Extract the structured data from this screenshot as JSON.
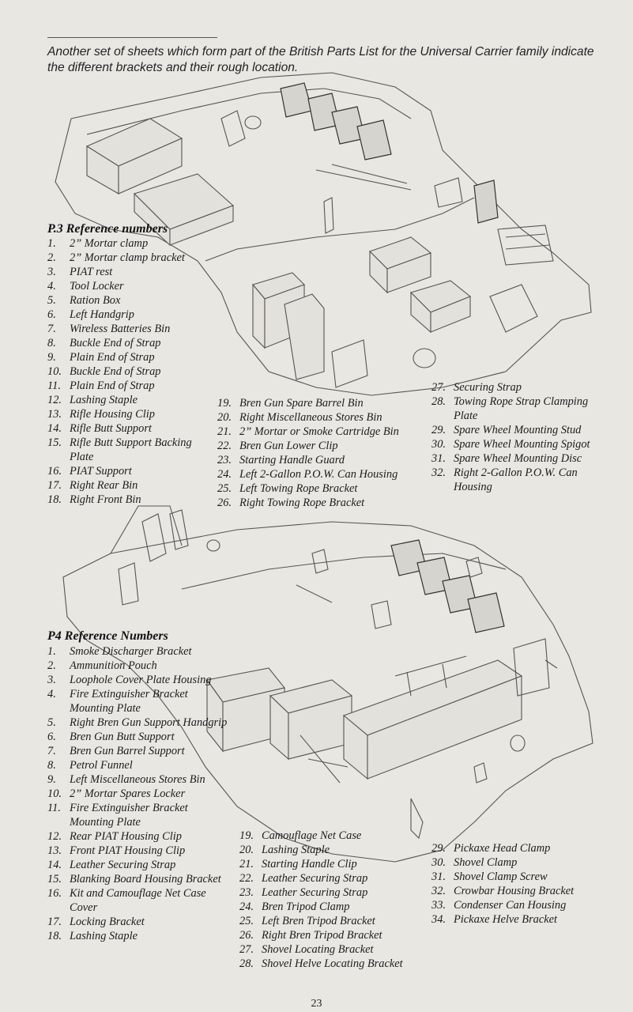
{
  "intro_text": "Another set of sheets which form part of the British Parts List for the Universal Carrier family indicate the different brackets and their rough location.",
  "p3": {
    "heading": "P.3 Reference numbers",
    "col1": [
      {
        "n": "1.",
        "t": "2” Mortar clamp"
      },
      {
        "n": "2.",
        "t": "2” Mortar clamp bracket"
      },
      {
        "n": "3.",
        "t": "PIAT rest"
      },
      {
        "n": "4.",
        "t": "Tool Locker"
      },
      {
        "n": "5.",
        "t": "Ration Box"
      },
      {
        "n": "6.",
        "t": "Left Handgrip"
      },
      {
        "n": "7.",
        "t": "Wireless Batteries Bin"
      },
      {
        "n": "8.",
        "t": "Buckle End of Strap"
      },
      {
        "n": "9.",
        "t": "Plain End of Strap"
      },
      {
        "n": "10.",
        "t": "Buckle End of Strap"
      },
      {
        "n": "11.",
        "t": "Plain End of Strap"
      },
      {
        "n": "12.",
        "t": "Lashing Staple"
      },
      {
        "n": "13.",
        "t": "Rifle Housing Clip"
      },
      {
        "n": "14.",
        "t": "Rifle Butt Support"
      },
      {
        "n": "15.",
        "t": "Rifle Butt Support Backing Plate"
      },
      {
        "n": "16.",
        "t": "PIAT Support"
      },
      {
        "n": "17.",
        "t": "Right Rear Bin"
      },
      {
        "n": "18.",
        "t": "Right Front Bin"
      }
    ],
    "col2": [
      {
        "n": "19.",
        "t": "Bren Gun Spare Barrel Bin"
      },
      {
        "n": "20.",
        "t": "Right Miscellaneous Stores Bin"
      },
      {
        "n": "21.",
        "t": "2” Mortar or Smoke Cartridge Bin"
      },
      {
        "n": "22.",
        "t": "Bren Gun Lower Clip"
      },
      {
        "n": "23.",
        "t": "Starting Handle Guard"
      },
      {
        "n": "24.",
        "t": "Left 2-Gallon P.O.W. Can Housing"
      },
      {
        "n": "25.",
        "t": "Left Towing Rope Bracket"
      },
      {
        "n": "26.",
        "t": "Right Towing Rope Bracket"
      }
    ],
    "col3": [
      {
        "n": "27.",
        "t": "Securing Strap"
      },
      {
        "n": "28.",
        "t": "Towing Rope Strap Clamping Plate"
      },
      {
        "n": "29.",
        "t": "Spare Wheel Mounting Stud"
      },
      {
        "n": "30.",
        "t": "Spare Wheel Mounting Spigot"
      },
      {
        "n": "31.",
        "t": "Spare Wheel Mounting Disc"
      },
      {
        "n": "32.",
        "t": "Right 2-Gallon P.O.W. Can Housing"
      }
    ]
  },
  "p4": {
    "heading": "P4 Reference Numbers",
    "col1": [
      {
        "n": "1.",
        "t": "Smoke Discharger Bracket"
      },
      {
        "n": "2.",
        "t": "Ammunition Pouch"
      },
      {
        "n": "3.",
        "t": "Loophole Cover Plate Housing"
      },
      {
        "n": "4.",
        "t": "Fire Extinguisher Bracket Mounting Plate"
      },
      {
        "n": "5.",
        "t": "Right Bren Gun Support Handgrip"
      },
      {
        "n": "6.",
        "t": "Bren Gun Butt Support"
      },
      {
        "n": "7.",
        "t": "Bren Gun Barrel Support"
      },
      {
        "n": "8.",
        "t": "Petrol Funnel"
      },
      {
        "n": "9.",
        "t": "Left Miscellaneous Stores Bin"
      },
      {
        "n": "10.",
        "t": "2” Mortar Spares Locker"
      },
      {
        "n": "11.",
        "t": "Fire Extinguisher Bracket Mounting Plate"
      },
      {
        "n": "12.",
        "t": "Rear PIAT Housing Clip"
      },
      {
        "n": "13.",
        "t": "Front PIAT Housing Clip"
      },
      {
        "n": "14.",
        "t": "Leather Securing Strap"
      },
      {
        "n": "15.",
        "t": "Blanking Board Housing Bracket"
      },
      {
        "n": "16.",
        "t": "Kit and Camouflage Net Case Cover"
      },
      {
        "n": "17.",
        "t": "Locking Bracket"
      },
      {
        "n": "18.",
        "t": "Lashing Staple"
      }
    ],
    "col2": [
      {
        "n": "19.",
        "t": "Camouflage Net Case"
      },
      {
        "n": "20.",
        "t": "Lashing Staple"
      },
      {
        "n": "21.",
        "t": "Starting Handle Clip"
      },
      {
        "n": "22.",
        "t": "Leather Securing Strap"
      },
      {
        "n": "23.",
        "t": "Leather Securing Strap"
      },
      {
        "n": "24.",
        "t": "Bren Tripod Clamp"
      },
      {
        "n": "25.",
        "t": "Left Bren Tripod Bracket"
      },
      {
        "n": "26.",
        "t": "Right Bren Tripod Bracket"
      },
      {
        "n": "27.",
        "t": "Shovel Locating Bracket"
      },
      {
        "n": "28.",
        "t": "Shovel Helve Locating Bracket"
      }
    ],
    "col3": [
      {
        "n": "29.",
        "t": "Pickaxe Head Clamp"
      },
      {
        "n": "30.",
        "t": "Shovel Clamp"
      },
      {
        "n": "31.",
        "t": "Shovel Clamp Screw"
      },
      {
        "n": "32.",
        "t": "Crowbar Housing Bracket"
      },
      {
        "n": "33.",
        "t": "Condenser Can Housing"
      },
      {
        "n": "34.",
        "t": "Pickaxe Helve Bracket"
      }
    ]
  },
  "page_number": "23"
}
